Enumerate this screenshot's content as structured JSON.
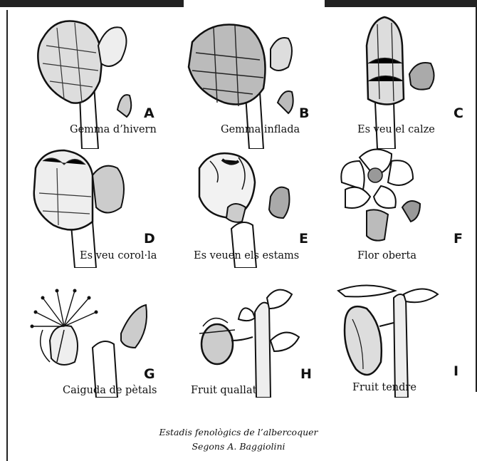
{
  "figure": {
    "stages": [
      {
        "letter": "A",
        "caption": "Gemma d’hivern",
        "icon": "winter-bud-drawing"
      },
      {
        "letter": "B",
        "caption": "Gemma inflada",
        "icon": "swollen-bud-drawing"
      },
      {
        "letter": "C",
        "caption": "Es veu el calze",
        "icon": "calyx-visible-drawing"
      },
      {
        "letter": "D",
        "caption": "Es veu corol·la",
        "icon": "corolla-visible-drawing"
      },
      {
        "letter": "E",
        "caption": "Es veuen els estams",
        "icon": "stamens-visible-drawing"
      },
      {
        "letter": "F",
        "caption": "Flor oberta",
        "icon": "open-flower-drawing"
      },
      {
        "letter": "G",
        "caption": "Caiguda de pètals",
        "icon": "petal-fall-drawing"
      },
      {
        "letter": "H",
        "caption": "Fruit quallat",
        "icon": "fruit-set-drawing"
      },
      {
        "letter": "I",
        "caption": "Fruit tendre",
        "icon": "young-fruit-drawing"
      }
    ],
    "credit_line_1": "Estadis fenològics de l’albercoquer",
    "credit_line_2": "Segons A. Baggiolini"
  }
}
